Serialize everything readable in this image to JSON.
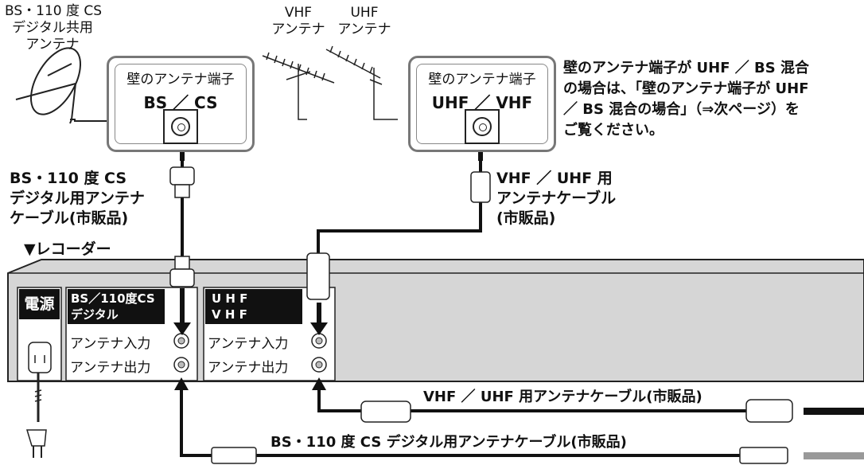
{
  "labels": {
    "bs_antenna": [
      "BS・110 度 CS",
      "デジタル共用",
      "アンテナ"
    ],
    "vhf_antenna": [
      "VHF",
      "アンテナ"
    ],
    "uhf_antenna": [
      "UHF",
      "アンテナ"
    ],
    "wall_bs": {
      "title": "壁のアンテナ端子",
      "sub": "BS ／ CS"
    },
    "wall_uhf": {
      "title": "壁のアンテナ端子",
      "sub": "UHF ／ VHF"
    },
    "note": [
      "壁のアンテナ端子が UHF ／ BS 混合",
      "の場合は、「壁のアンテナ端子が UHF",
      "／ BS 混合の場合」（⇒次ページ）を",
      "ご覧ください。"
    ],
    "bs_cable": [
      "BS・110 度 CS",
      "デジタル用アンテナ",
      "ケーブル(市販品)"
    ],
    "vhf_cable": [
      "VHF ／ UHF 用",
      "アンテナケーブル",
      "(市販品)"
    ],
    "recorder": "▼レコーダー",
    "power": "電源",
    "bs_block": [
      "BS／110度CS",
      "デジタル"
    ],
    "uhf_block": [
      "U H F",
      "V H F"
    ],
    "ant_in": "アンテナ入力",
    "ant_out": "アンテナ出力",
    "bottom_vhf": "VHF ／ UHF 用アンテナケーブル(市販品)",
    "bottom_bs": "BS・110 度 CS デジタル用アンテナケーブル(市販品)"
  }
}
